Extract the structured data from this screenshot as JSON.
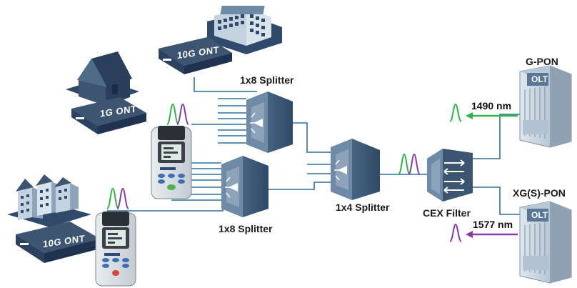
{
  "labels": {
    "ont_10g_top": "10G ONT",
    "ont_1g": "1G ONT",
    "ont_10g_bottom": "10G ONT",
    "splitter_top": "1x8 Splitter",
    "splitter_bottom": "1x8 Splitter",
    "splitter_mid": "1x4 Splitter",
    "cex_filter": "CEX Filter",
    "gpon": "G-PON",
    "xgspon": "XG(S)-PON",
    "olt_top": "OLT",
    "olt_bottom": "OLT",
    "wavelength_top": "1490 nm",
    "wavelength_bottom": "1577 nm"
  },
  "colors": {
    "fiber": "#2f6f9e",
    "device_dark": "#3d5570",
    "device_light": "#6f8aa6",
    "wave_green": "#2db34a",
    "wave_purple": "#8a3aa8"
  },
  "icons": [
    "enterprise-building-icon",
    "house-icon",
    "apartment-buildings-icon",
    "handheld-meter-icon",
    "splitter-icon",
    "filter-icon",
    "olt-rack-icon"
  ]
}
